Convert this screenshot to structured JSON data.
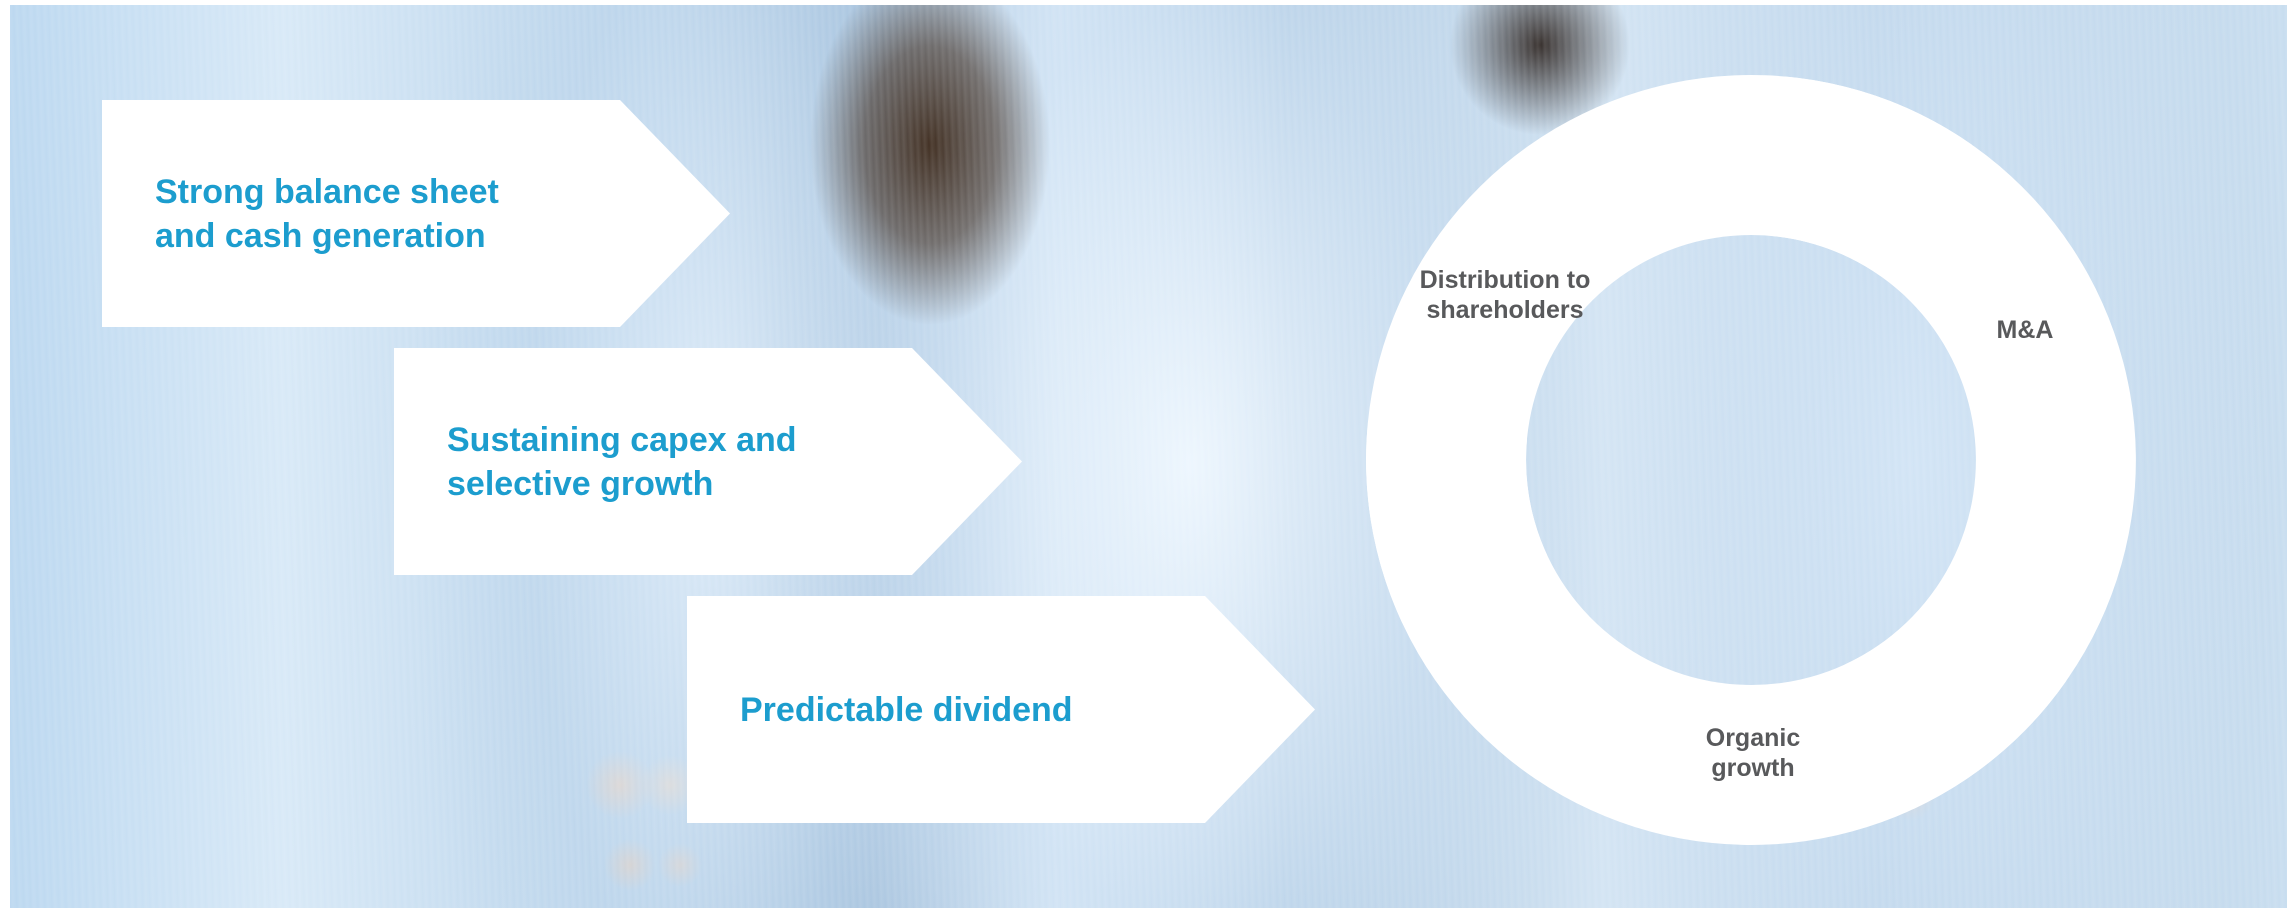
{
  "steps": [
    {
      "label": "Strong balance sheet\nand cash generation"
    },
    {
      "label": "Sustaining capex and\nselective growth"
    },
    {
      "label": "Predictable dividend"
    }
  ],
  "cycle": {
    "segments": [
      {
        "lines": [
          "Distribution to",
          "shareholders"
        ]
      },
      {
        "lines": [
          "M&A"
        ]
      },
      {
        "lines": [
          "Organic",
          "growth"
        ]
      }
    ]
  },
  "colors": {
    "accent_text": "#1c9dce",
    "cycle_text": "#58595b",
    "shape_fill": "#ffffff"
  }
}
